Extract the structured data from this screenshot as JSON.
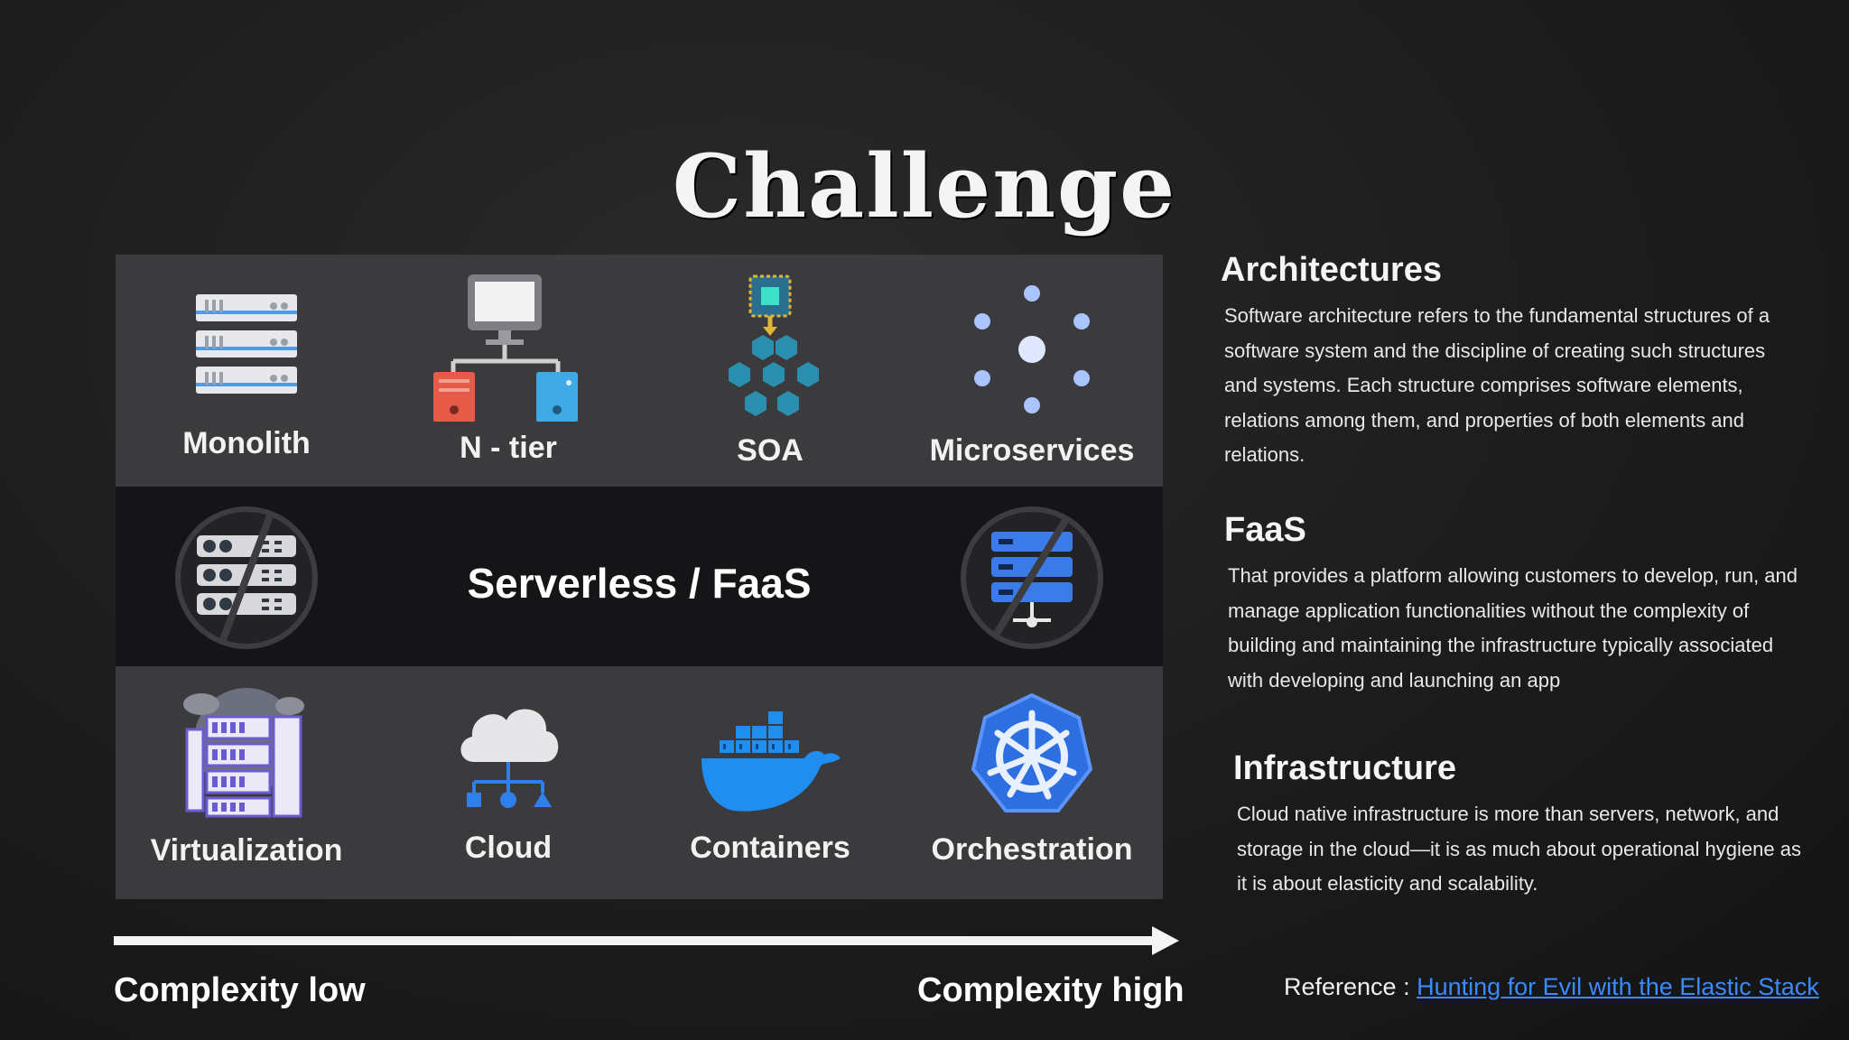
{
  "title": "Challenge",
  "grid": {
    "row1": [
      {
        "label": "Monolith",
        "icon": "server-stack-icon"
      },
      {
        "label": "N - tier",
        "icon": "network-tier-icon"
      },
      {
        "label": "SOA",
        "icon": "soa-hexagon-icon"
      },
      {
        "label": "Microservices",
        "icon": "microservices-nodes-icon"
      }
    ],
    "serverless_label": "Serverless / FaaS",
    "row2_icons": [
      "no-server-icon",
      "no-server-network-icon"
    ],
    "row3": [
      {
        "label": "Virtualization",
        "icon": "virtual-servers-icon"
      },
      {
        "label": "Cloud",
        "icon": "cloud-network-icon"
      },
      {
        "label": "Containers",
        "icon": "docker-whale-icon"
      },
      {
        "label": "Orchestration",
        "icon": "kubernetes-helm-icon"
      }
    ]
  },
  "axis": {
    "low": "Complexity low",
    "high": "Complexity high"
  },
  "sections": [
    {
      "heading": "Architectures",
      "body": "Software architecture refers to the fundamental structures of a software system and the discipline of creating such structures and systems. Each structure comprises software elements, relations among them, and properties of both elements and relations."
    },
    {
      "heading": "FaaS",
      "body": "That provides a platform allowing customers to develop, run, and manage application functionalities without the complexity of building and maintaining the infrastructure typically associated with developing and launching an app"
    },
    {
      "heading": "Infrastructure",
      "body": "Cloud native infrastructure is more than servers, network, and storage in the cloud—it is as much about operational hygiene as it is about elasticity and scalability."
    }
  ],
  "reference": {
    "label": "Reference :",
    "link_text": "Hunting for Evil with the Elastic Stack"
  },
  "colors": {
    "row_light": "#3b3b3d",
    "row_dark": "#151517",
    "accent_blue": "#2f80ed",
    "link": "#3b8bff"
  }
}
